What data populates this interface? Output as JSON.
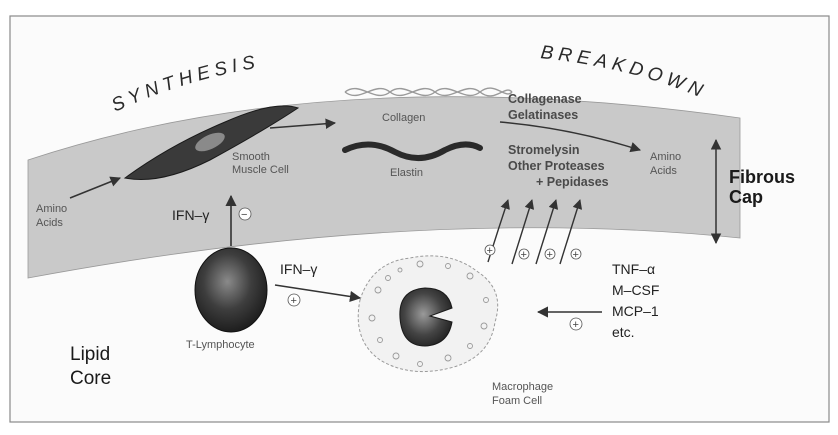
{
  "phases": {
    "synthesis": "SYNTHESIS",
    "breakdown": "BREAKDOWN"
  },
  "labels": {
    "amino_acids_left": [
      "Amino",
      "Acids"
    ],
    "amino_acids_right": [
      "Amino",
      "Acids"
    ],
    "smooth_muscle_cell": [
      "Smooth",
      "Muscle Cell"
    ],
    "collagen": "Collagen",
    "elastin": "Elastin",
    "collagenase": [
      "Collagenase",
      "Gelatinases"
    ],
    "stromelysin": [
      "Stromelysin",
      "Other Proteases",
      "+ Pepidases"
    ],
    "fibrous_cap": [
      "Fibrous",
      "Cap"
    ],
    "ifn_gamma_up": "IFN–γ",
    "ifn_gamma_right": "IFN–γ",
    "t_lymphocyte": "T-Lymphocyte",
    "cytokines": [
      "TNF–α",
      "M–CSF",
      "MCP–1",
      "etc."
    ],
    "lipid_core": [
      "Lipid",
      "Core"
    ],
    "macrophage": [
      "Macrophage",
      "Foam Cell"
    ]
  },
  "signs": {
    "smc_inhibit": "−",
    "tcell_to_macrophage": "+",
    "cytokine_to_macrophage": "+",
    "enzyme_signals": [
      "+",
      "+",
      "+",
      "+"
    ]
  },
  "colors": {
    "cap_band": "#c9c9c9",
    "cell_dark": "#2f2f2f",
    "arrow": "#333333"
  }
}
